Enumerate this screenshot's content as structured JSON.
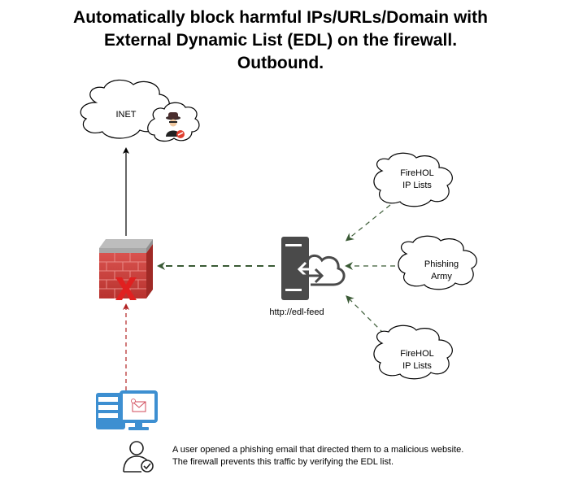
{
  "title": {
    "line1": "Automatically block harmful IPs/URLs/Domain with",
    "line2": "External Dynamic List (EDL) on the firewall.",
    "line3": "Outbound."
  },
  "nodes": {
    "internet": {
      "label": "INET"
    },
    "edl_server": {
      "label": "http://edl-feed"
    },
    "feed_top": {
      "line1": "FireHOL",
      "line2": "IP Lists"
    },
    "feed_middle": {
      "line1": "Phishing",
      "line2": "Army"
    },
    "feed_bottom": {
      "line1": "FireHOL",
      "line2": "IP Lists"
    }
  },
  "note": {
    "line1": "A user opened a phishing email that directed them to a malicious website.",
    "line2": "The firewall prevents this traffic by verifying the EDL list."
  },
  "colors": {
    "edl_arrow": "#3a5a35",
    "blocked_arrow": "#b22222",
    "firewall_brick": "#c8403c",
    "server": "#4a4a4a",
    "workstation": "#3d8fd1",
    "block_x": "#e02020"
  }
}
